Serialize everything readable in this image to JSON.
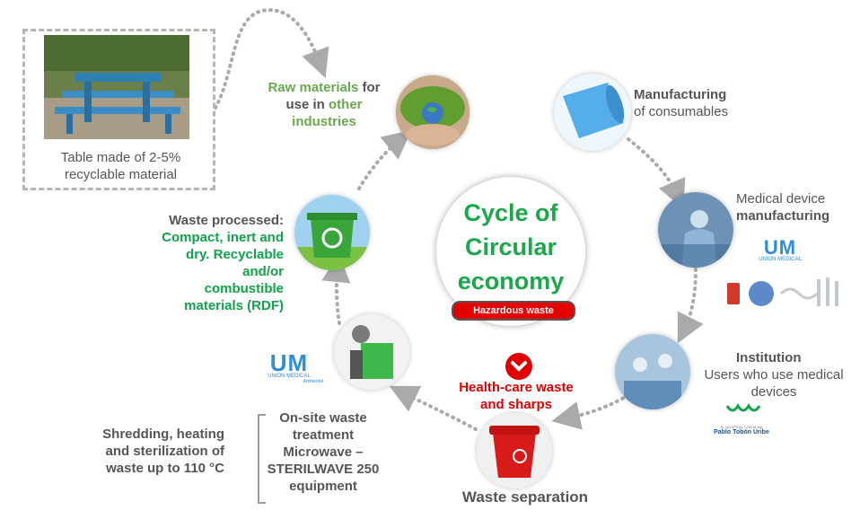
{
  "center": {
    "title_line1": "Cycle of",
    "title_line2": "Circular",
    "title_line3": "economy",
    "badge": "Hazardous waste"
  },
  "raw_materials": {
    "part1": "Raw materials",
    "part2": " for",
    "part3": "use in ",
    "part4": "other",
    "part5": "industries"
  },
  "manufacturing_consumables": {
    "line1": "Manufacturing",
    "line2": "of consumables"
  },
  "medical_device": {
    "line1": "Medical device",
    "line2": "manufacturing"
  },
  "institution": {
    "line1": "Institution",
    "line2": "Users who use medical",
    "line3": "devices"
  },
  "health_care_waste": {
    "line1": "Health-care waste",
    "line2": "and sharps"
  },
  "waste_separation": {
    "label": "Waste separation"
  },
  "onsite_treatment": {
    "line1": "On-site waste",
    "line2": "treatment",
    "line3": "Microwave –",
    "line4": "STERILWAVE 250",
    "line5": "equipment"
  },
  "shredding": {
    "line1": "Shredding, heating",
    "line2": "and sterilization of",
    "line3": "waste up to 110 °C"
  },
  "waste_processed": {
    "line1": "Waste processed:",
    "line2": "Compact, inert and",
    "line3": "dry. Recyclable",
    "line4": "and/or",
    "line5": "combustible",
    "line6": "materials (RDF)"
  },
  "table_caption": {
    "line1": "Table made of 2-5%",
    "line2": "recyclable material"
  },
  "logos": {
    "um_text": "UM",
    "um_sub_medical": "UNION MEDICAL",
    "um_sub_ambiental": "UNION MEDICAL",
    "um_sub_ambiental2": "Ambiental",
    "hospital_small": "EL HOSPITAL CON ALMA",
    "hospital_name": "Pablo Tobón Uribe"
  },
  "colors": {
    "title_green": "#1aa84a",
    "label_green": "#6aa84f",
    "dark_green": "#0fa34a",
    "red": "#e00000",
    "gray_text": "#555555",
    "arrow_gray": "#aaaaaa"
  }
}
